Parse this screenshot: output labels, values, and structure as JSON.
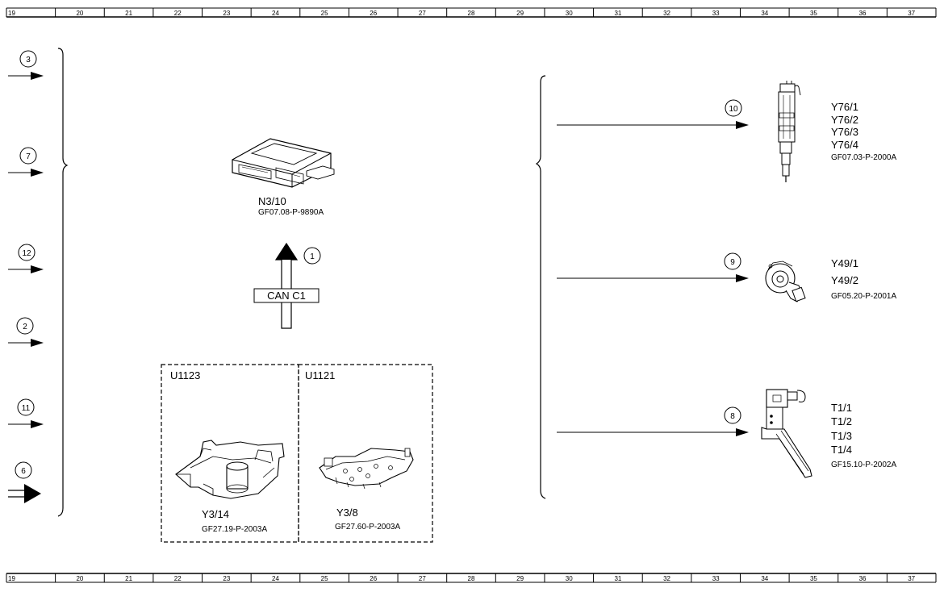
{
  "ruler": {
    "numbers": [
      "19",
      "20",
      "21",
      "22",
      "23",
      "24",
      "25",
      "26",
      "27",
      "28",
      "29",
      "30",
      "31",
      "32",
      "33",
      "34",
      "35",
      "36",
      "37"
    ]
  },
  "left_inputs": [
    {
      "num": "3"
    },
    {
      "num": "7"
    },
    {
      "num": "12"
    },
    {
      "num": "2"
    },
    {
      "num": "11"
    },
    {
      "num": "6"
    }
  ],
  "control_unit": {
    "code": "N3/10",
    "ref": "GF07.08-P-9890A"
  },
  "can_bus": {
    "label": "CAN C1",
    "num": "1"
  },
  "boxes": [
    {
      "title": "U1123",
      "code": "Y3/14",
      "ref": "GF27.19-P-2003A"
    },
    {
      "title": "U1121",
      "code": "Y3/8",
      "ref": "GF27.60-P-2003A"
    }
  ],
  "outputs": [
    {
      "num": "10",
      "codes": [
        "Y76/1",
        "Y76/2",
        "Y76/3",
        "Y76/4"
      ],
      "ref": "GF07.03-P-2000A",
      "component": "injector-icon"
    },
    {
      "num": "9",
      "codes": [
        "Y49/1",
        "Y49/2"
      ],
      "ref": "GF05.20-P-2001A",
      "component": "camshaft-solenoid-icon"
    },
    {
      "num": "8",
      "codes": [
        "T1/1",
        "T1/2",
        "T1/3",
        "T1/4"
      ],
      "ref": "GF15.10-P-2002A",
      "component": "ignition-coil-icon"
    }
  ]
}
